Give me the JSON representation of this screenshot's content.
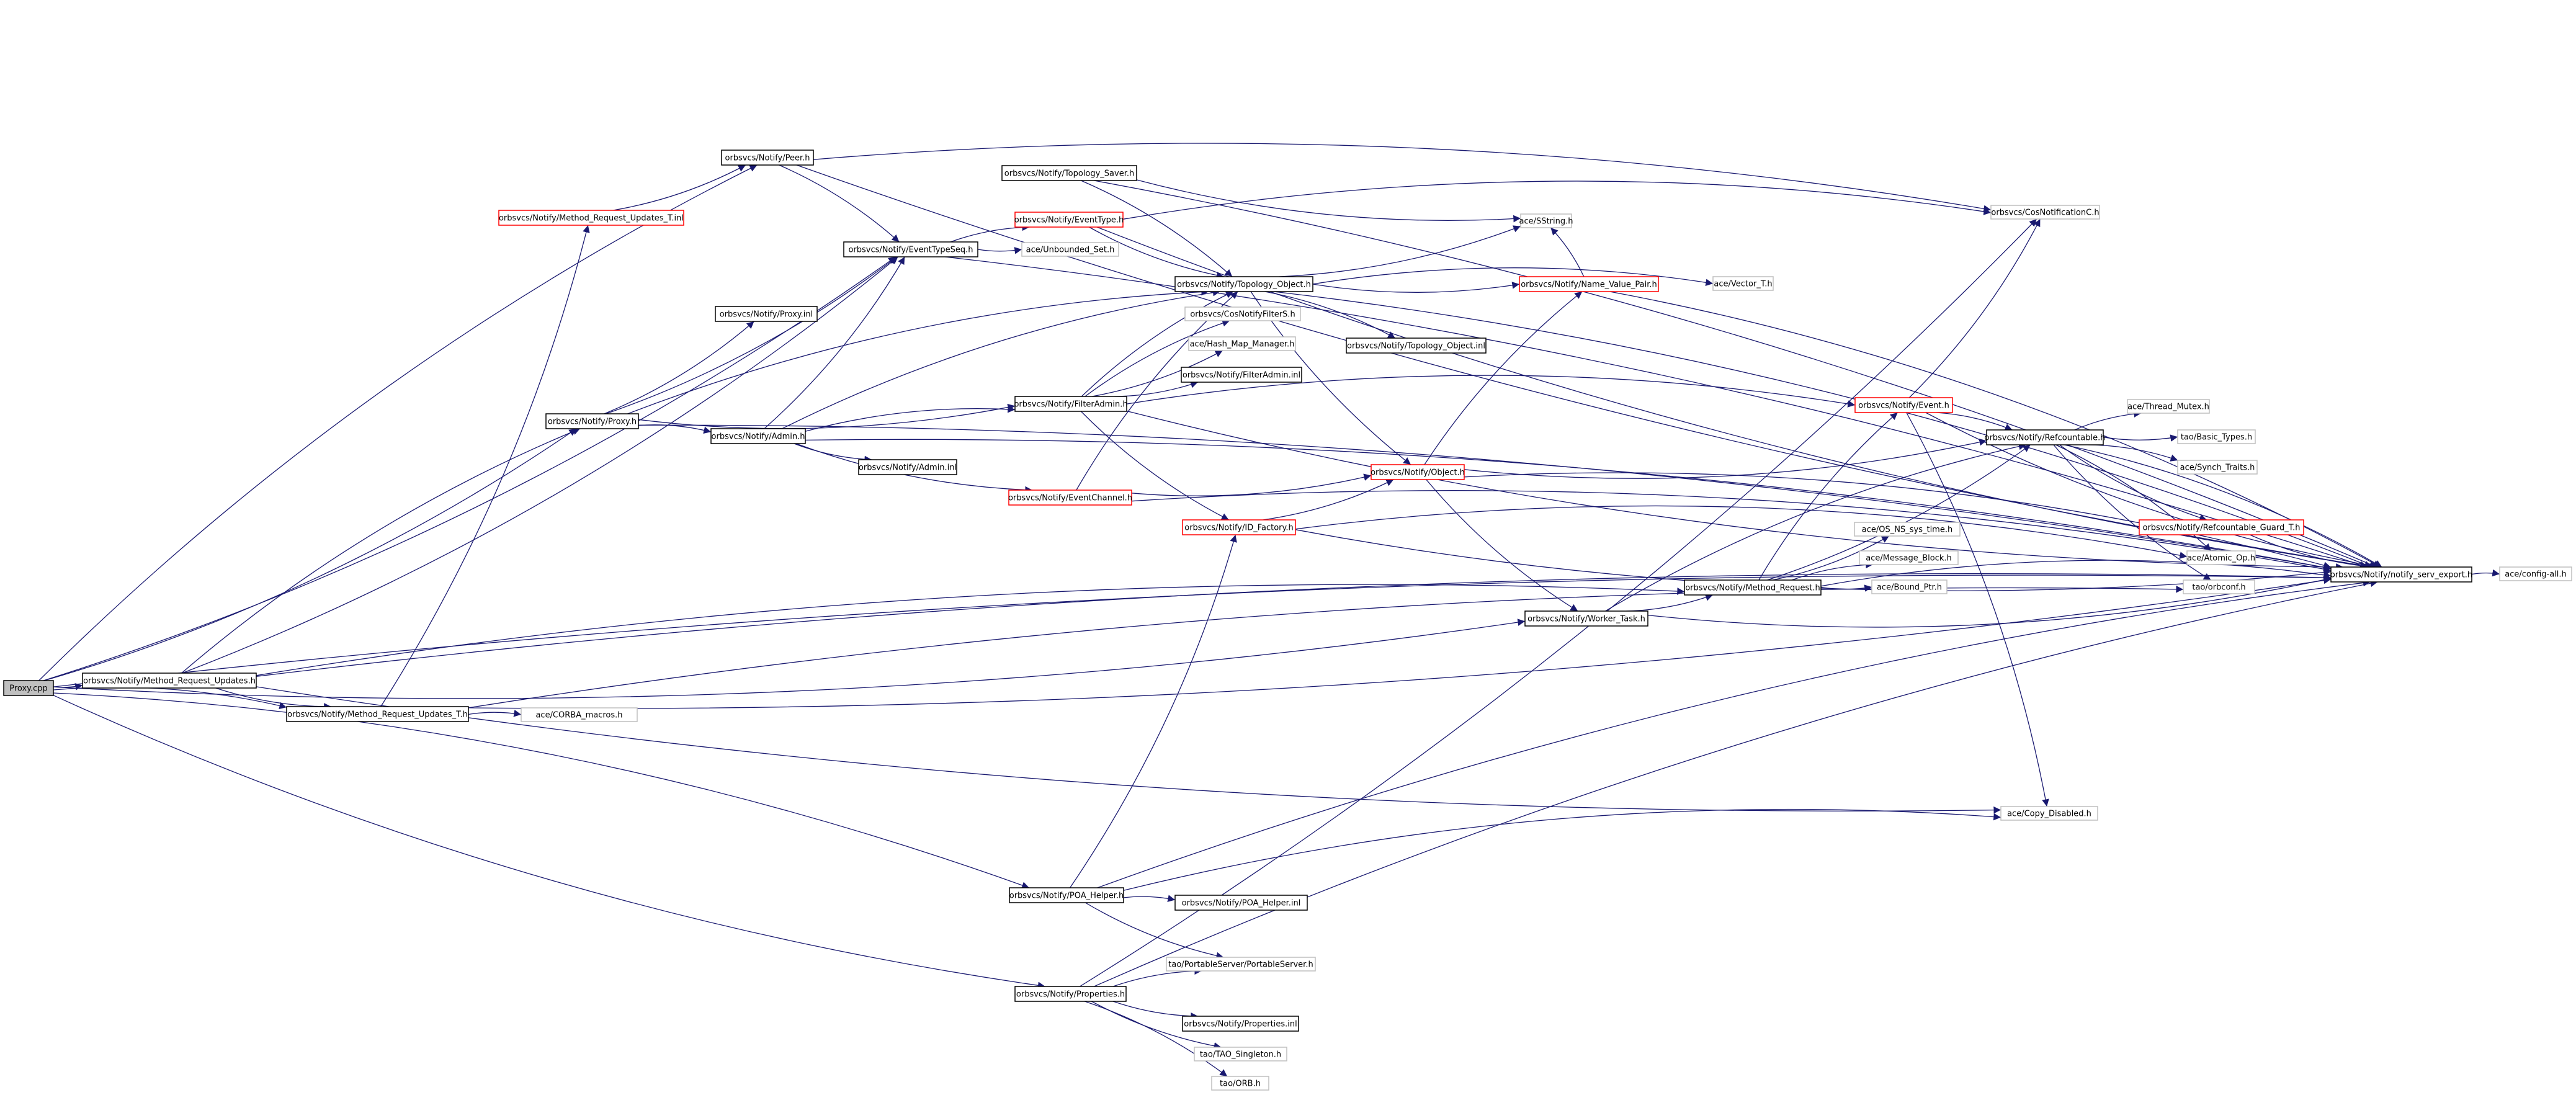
{
  "diagram": {
    "nodes": [
      {
        "id": "proxy_cpp",
        "label": "Proxy.cpp",
        "style": "root"
      },
      {
        "id": "peer_h",
        "label": "orbsvcs/Notify/Peer.h",
        "style": "black"
      },
      {
        "id": "topology_saver",
        "label": "orbsvcs/Notify/Topology_Saver.h",
        "style": "black"
      },
      {
        "id": "mru_t_inl",
        "label": "orbsvcs/Notify/Method_Request_Updates_T.inl",
        "style": "red"
      },
      {
        "id": "eventtype_h",
        "label": "orbsvcs/Notify/EventType.h",
        "style": "red"
      },
      {
        "id": "eventtypeseq_h",
        "label": "orbsvcs/Notify/EventTypeSeq.h",
        "style": "black"
      },
      {
        "id": "unbounded_set",
        "label": "ace/Unbounded_Set.h",
        "style": "gray"
      },
      {
        "id": "sstring",
        "label": "ace/SString.h",
        "style": "gray"
      },
      {
        "id": "cosnotif",
        "label": "orbsvcs/CosNotificationC.h",
        "style": "gray"
      },
      {
        "id": "topology_object",
        "label": "orbsvcs/Notify/Topology_Object.h",
        "style": "black"
      },
      {
        "id": "name_value_pair",
        "label": "orbsvcs/Notify/Name_Value_Pair.h",
        "style": "red"
      },
      {
        "id": "vector_t",
        "label": "ace/Vector_T.h",
        "style": "gray"
      },
      {
        "id": "proxy_inl",
        "label": "orbsvcs/Notify/Proxy.inl",
        "style": "black"
      },
      {
        "id": "cosnotifyfilters",
        "label": "orbsvcs/CosNotifyFilterS.h",
        "style": "gray"
      },
      {
        "id": "hash_map_manager",
        "label": "ace/Hash_Map_Manager.h",
        "style": "gray"
      },
      {
        "id": "topology_object_inl",
        "label": "orbsvcs/Notify/Topology_Object.inl",
        "style": "black"
      },
      {
        "id": "filteradmin_inl",
        "label": "orbsvcs/Notify/FilterAdmin.inl",
        "style": "black"
      },
      {
        "id": "filteradmin_h",
        "label": "orbsvcs/Notify/FilterAdmin.h",
        "style": "black"
      },
      {
        "id": "proxy_h",
        "label": "orbsvcs/Notify/Proxy.h",
        "style": "black"
      },
      {
        "id": "event_h",
        "label": "orbsvcs/Notify/Event.h",
        "style": "red"
      },
      {
        "id": "thread_mutex",
        "label": "ace/Thread_Mutex.h",
        "style": "gray"
      },
      {
        "id": "admin_h",
        "label": "orbsvcs/Notify/Admin.h",
        "style": "black"
      },
      {
        "id": "refcountable_h",
        "label": "orbsvcs/Notify/Refcountable.h",
        "style": "black"
      },
      {
        "id": "basic_types",
        "label": "tao/Basic_Types.h",
        "style": "gray"
      },
      {
        "id": "admin_inl",
        "label": "orbsvcs/Notify/Admin.inl",
        "style": "black"
      },
      {
        "id": "synch_traits",
        "label": "ace/Synch_Traits.h",
        "style": "gray"
      },
      {
        "id": "object_h",
        "label": "orbsvcs/Notify/Object.h",
        "style": "red"
      },
      {
        "id": "eventchannel_h",
        "label": "orbsvcs/Notify/EventChannel.h",
        "style": "red"
      },
      {
        "id": "id_factory",
        "label": "orbsvcs/Notify/ID_Factory.h",
        "style": "red"
      },
      {
        "id": "refcountable_guard",
        "label": "orbsvcs/Notify/Refcountable_Guard_T.h",
        "style": "red"
      },
      {
        "id": "os_ns_sys_time",
        "label": "ace/OS_NS_sys_time.h",
        "style": "gray"
      },
      {
        "id": "atomic_op",
        "label": "ace/Atomic_Op.h",
        "style": "gray"
      },
      {
        "id": "message_block",
        "label": "ace/Message_Block.h",
        "style": "gray"
      },
      {
        "id": "notify_serv_export",
        "label": "orbsvcs/Notify/notify_serv_export.h",
        "style": "black"
      },
      {
        "id": "config_all",
        "label": "ace/config-all.h",
        "style": "gray"
      },
      {
        "id": "method_request_h",
        "label": "orbsvcs/Notify/Method_Request.h",
        "style": "black"
      },
      {
        "id": "bound_ptr",
        "label": "ace/Bound_Ptr.h",
        "style": "gray"
      },
      {
        "id": "orbconf",
        "label": "tao/orbconf.h",
        "style": "gray"
      },
      {
        "id": "worker_task",
        "label": "orbsvcs/Notify/Worker_Task.h",
        "style": "black"
      },
      {
        "id": "mru_h",
        "label": "orbsvcs/Notify/Method_Request_Updates.h",
        "style": "black"
      },
      {
        "id": "mru_t_h",
        "label": "orbsvcs/Notify/Method_Request_Updates_T.h",
        "style": "black"
      },
      {
        "id": "corba_macros",
        "label": "ace/CORBA_macros.h",
        "style": "gray"
      },
      {
        "id": "copy_disabled",
        "label": "ace/Copy_Disabled.h",
        "style": "gray"
      },
      {
        "id": "poa_helper_h",
        "label": "orbsvcs/Notify/POA_Helper.h",
        "style": "black"
      },
      {
        "id": "poa_helper_inl",
        "label": "orbsvcs/Notify/POA_Helper.inl",
        "style": "black"
      },
      {
        "id": "portableserver",
        "label": "tao/PortableServer/PortableServer.h",
        "style": "gray"
      },
      {
        "id": "properties_h",
        "label": "orbsvcs/Notify/Properties.h",
        "style": "black"
      },
      {
        "id": "properties_inl",
        "label": "orbsvcs/Notify/Properties.inl",
        "style": "black"
      },
      {
        "id": "tao_singleton",
        "label": "tao/TAO_Singleton.h",
        "style": "gray"
      },
      {
        "id": "orb_h",
        "label": "tao/ORB.h",
        "style": "gray"
      }
    ],
    "edges": [
      [
        "proxy_cpp",
        "mru_h"
      ],
      [
        "proxy_cpp",
        "peer_h"
      ],
      [
        "proxy_cpp",
        "proxy_h"
      ],
      [
        "proxy_cpp",
        "mru_t_h"
      ],
      [
        "proxy_cpp",
        "worker_task"
      ],
      [
        "proxy_cpp",
        "poa_helper_h"
      ],
      [
        "proxy_cpp",
        "properties_h"
      ],
      [
        "proxy_cpp",
        "notify_serv_export"
      ],
      [
        "proxy_cpp",
        "eventtypeseq_h"
      ],
      [
        "peer_h",
        "eventtypeseq_h"
      ],
      [
        "peer_h",
        "notify_serv_export"
      ],
      [
        "peer_h",
        "cosnotif"
      ],
      [
        "mru_t_inl",
        "peer_h"
      ],
      [
        "topology_saver",
        "topology_object"
      ],
      [
        "topology_saver",
        "sstring"
      ],
      [
        "topology_saver",
        "notify_serv_export"
      ],
      [
        "eventtype_h",
        "topology_object"
      ],
      [
        "eventtype_h",
        "cosnotif"
      ],
      [
        "eventtype_h",
        "notify_serv_export"
      ],
      [
        "eventtypeseq_h",
        "eventtype_h"
      ],
      [
        "eventtypeseq_h",
        "unbounded_set"
      ],
      [
        "eventtypeseq_h",
        "notify_serv_export"
      ],
      [
        "topology_object",
        "name_value_pair"
      ],
      [
        "topology_object",
        "vector_t"
      ],
      [
        "topology_object",
        "sstring"
      ],
      [
        "topology_object",
        "topology_object_inl"
      ],
      [
        "topology_object",
        "object_h"
      ],
      [
        "topology_object",
        "notify_serv_export"
      ],
      [
        "name_value_pair",
        "sstring"
      ],
      [
        "name_value_pair",
        "notify_serv_export"
      ],
      [
        "proxy_h",
        "proxy_inl"
      ],
      [
        "proxy_h",
        "admin_h"
      ],
      [
        "proxy_h",
        "filteradmin_h"
      ],
      [
        "proxy_h",
        "topology_object"
      ],
      [
        "proxy_h",
        "eventtypeseq_h"
      ],
      [
        "proxy_h",
        "notify_serv_export"
      ],
      [
        "admin_h",
        "admin_inl"
      ],
      [
        "admin_h",
        "filteradmin_h"
      ],
      [
        "admin_h",
        "eventchannel_h"
      ],
      [
        "admin_h",
        "topology_object"
      ],
      [
        "admin_h",
        "eventtypeseq_h"
      ],
      [
        "admin_h",
        "notify_serv_export"
      ],
      [
        "filteradmin_h",
        "filteradmin_inl"
      ],
      [
        "filteradmin_h",
        "cosnotifyfilters"
      ],
      [
        "filteradmin_h",
        "hash_map_manager"
      ],
      [
        "filteradmin_h",
        "topology_object"
      ],
      [
        "filteradmin_h",
        "id_factory"
      ],
      [
        "filteradmin_h",
        "event_h"
      ],
      [
        "filteradmin_h",
        "notify_serv_export"
      ],
      [
        "eventchannel_h",
        "topology_object"
      ],
      [
        "eventchannel_h",
        "object_h"
      ],
      [
        "eventchannel_h",
        "notify_serv_export"
      ],
      [
        "object_h",
        "refcountable_h"
      ],
      [
        "object_h",
        "name_value_pair"
      ],
      [
        "object_h",
        "worker_task"
      ],
      [
        "object_h",
        "notify_serv_export"
      ],
      [
        "id_factory",
        "object_h"
      ],
      [
        "id_factory",
        "atomic_op"
      ],
      [
        "id_factory",
        "notify_serv_export"
      ],
      [
        "event_h",
        "refcountable_h"
      ],
      [
        "event_h",
        "cosnotif"
      ],
      [
        "event_h",
        "copy_disabled"
      ],
      [
        "event_h",
        "notify_serv_export"
      ],
      [
        "refcountable_h",
        "thread_mutex"
      ],
      [
        "refcountable_h",
        "basic_types"
      ],
      [
        "refcountable_h",
        "synch_traits"
      ],
      [
        "refcountable_h",
        "refcountable_guard"
      ],
      [
        "refcountable_h",
        "atomic_op"
      ],
      [
        "refcountable_h",
        "orbconf"
      ],
      [
        "refcountable_h",
        "notify_serv_export"
      ],
      [
        "refcountable_guard",
        "notify_serv_export"
      ],
      [
        "notify_serv_export",
        "config_all"
      ],
      [
        "method_request_h",
        "os_ns_sys_time"
      ],
      [
        "method_request_h",
        "message_block"
      ],
      [
        "method_request_h",
        "bound_ptr"
      ],
      [
        "method_request_h",
        "event_h"
      ],
      [
        "method_request_h",
        "refcountable_h"
      ],
      [
        "method_request_h",
        "notify_serv_export"
      ],
      [
        "worker_task",
        "method_request_h"
      ],
      [
        "worker_task",
        "refcountable_h"
      ],
      [
        "worker_task",
        "notify_serv_export"
      ],
      [
        "mru_h",
        "method_request_h"
      ],
      [
        "mru_h",
        "mru_t_h"
      ],
      [
        "mru_h",
        "proxy_h"
      ],
      [
        "mru_h",
        "eventtypeseq_h"
      ],
      [
        "mru_h",
        "notify_serv_export"
      ],
      [
        "mru_h",
        "copy_disabled"
      ],
      [
        "mru_t_h",
        "corba_macros"
      ],
      [
        "mru_t_h",
        "mru_t_inl"
      ],
      [
        "mru_t_h",
        "orbconf"
      ],
      [
        "mru_t_h",
        "notify_serv_export"
      ],
      [
        "poa_helper_h",
        "poa_helper_inl"
      ],
      [
        "poa_helper_h",
        "portableserver"
      ],
      [
        "poa_helper_h",
        "copy_disabled"
      ],
      [
        "poa_helper_h",
        "id_factory"
      ],
      [
        "poa_helper_h",
        "notify_serv_export"
      ],
      [
        "properties_h",
        "properties_inl"
      ],
      [
        "properties_h",
        "portableserver"
      ],
      [
        "properties_h",
        "tao_singleton"
      ],
      [
        "properties_h",
        "orb_h"
      ],
      [
        "properties_h",
        "cosnotif"
      ],
      [
        "properties_h",
        "notify_serv_export"
      ]
    ]
  }
}
